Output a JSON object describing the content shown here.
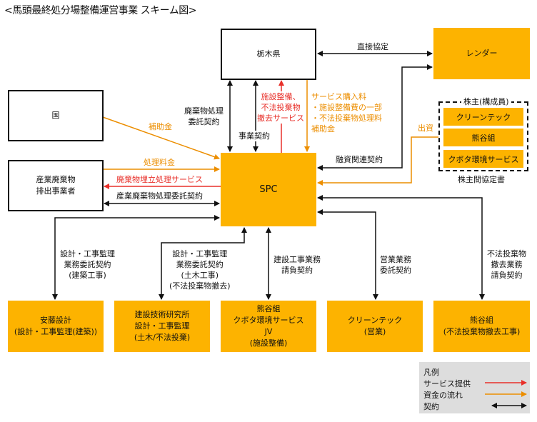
{
  "title": "<馬頭最終処分場整備運営事業 スキーム図>",
  "nodes": {
    "tochigi": "栃木県",
    "lender": "レンダー",
    "kuni": "国",
    "haishutsu": "産業廃棄物\n排出事業者",
    "spc": "SPC",
    "ando": "安藤設計\n(設計・工事監理(建築))",
    "kensetsu_gijutsu": "建設技術研究所\n設計・工事監理\n(土木/不法投棄)",
    "jv": "熊谷組\nクボタ環境サービス\nJV\n(施設整備)",
    "cleantech": "クリーンテック\n(営業)",
    "kumagai_removal": "熊谷組\n(不法投棄物撤去工事)"
  },
  "shareholders": {
    "title": "株主(構成員)",
    "members": [
      "クリーンテック",
      "熊谷組",
      "クボタ環境サービス"
    ],
    "agreement": "株主間協定書"
  },
  "labels": {
    "direct_agreement": "直接協定",
    "waste_contract": "廃棄物処理\n委託契約",
    "business_contract": "事業契約",
    "service_red": "施設整備、\n不法投棄物\n撤去サービス",
    "service_purchase": "サービス購入料\n・施設整備費の一部\n・不法投棄物処理料\n  補助金",
    "subsidy": "補助金",
    "financing_contract": "融資関連契約",
    "investment": "出資",
    "processing_fee": "処理料金",
    "landfill_service": "廃棄物埋立処理サービス",
    "industrial_contract": "産業廃棄物処理委託契約",
    "design_arch": "設計・工事監理\n業務委託契約\n(建築工事)",
    "design_civil": "設計・工事監理\n業務委託契約\n(土木工事)\n(不法投棄物撤去)",
    "construction": "建設工事業務\n請負契約",
    "sales": "営業業務\n委託契約",
    "removal": "不法投棄物\n撤去業務\n請負契約"
  },
  "legend": {
    "title": "凡例",
    "items": [
      {
        "label": "サービス提供",
        "type": "red"
      },
      {
        "label": "資金の流れ",
        "type": "orange"
      },
      {
        "label": "契約",
        "type": "black"
      }
    ]
  },
  "colors": {
    "accent": "#fdb300",
    "service": "#e8302a",
    "money": "#ec8e00",
    "contract": "#111111"
  }
}
